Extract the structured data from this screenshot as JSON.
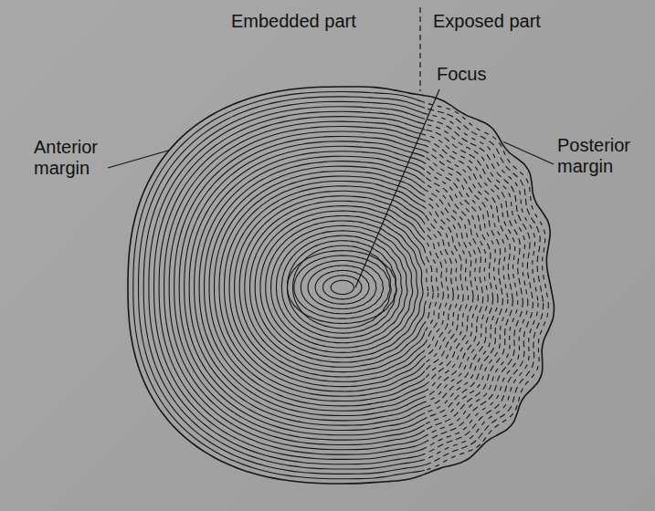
{
  "diagram": {
    "labels": [
      "Embedded part",
      "Exposed part",
      "Focus",
      "Anterior margin",
      "Posterior margin"
    ]
  }
}
